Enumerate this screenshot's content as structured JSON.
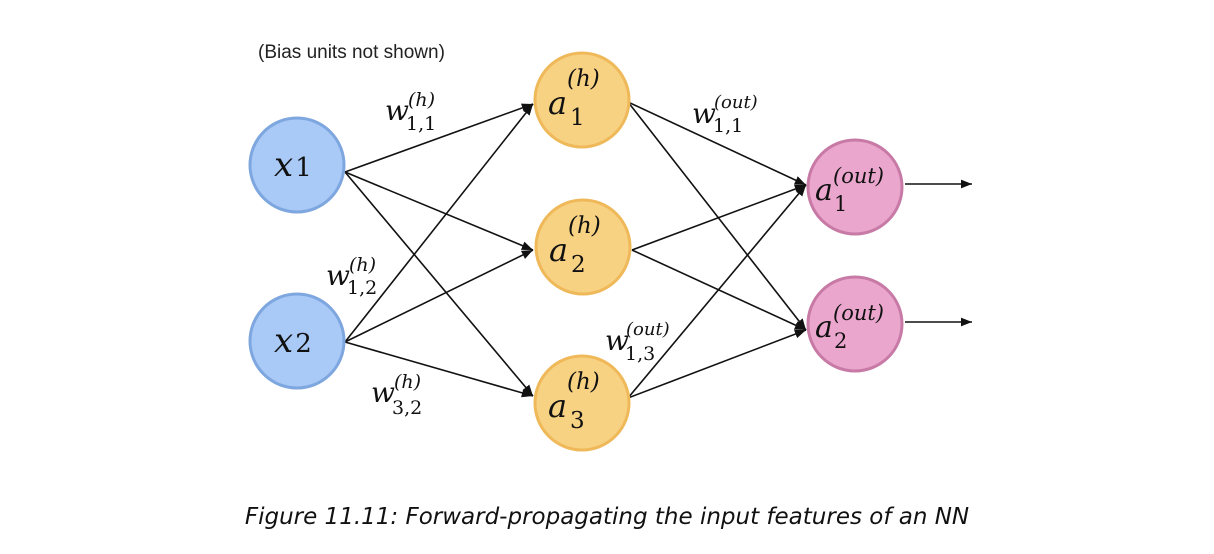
{
  "note": "(Bias units not shown)",
  "caption": "Figure 11.11: Forward-propagating the input features of an NN",
  "colors": {
    "input_fill": "#a9c9f7",
    "input_stroke": "#7ea6df",
    "hidden_fill": "#f8d283",
    "hidden_stroke": "#efb95a",
    "output_fill": "#eaa6cc",
    "output_stroke": "#c87aa6"
  },
  "nodes": {
    "x1": {
      "base": "x",
      "sub": "1",
      "sup": ""
    },
    "x2": {
      "base": "x",
      "sub": "2",
      "sup": ""
    },
    "h1": {
      "base": "a",
      "sub": "1",
      "sup": "(h)"
    },
    "h2": {
      "base": "a",
      "sub": "2",
      "sup": "(h)"
    },
    "h3": {
      "base": "a",
      "sub": "3",
      "sup": "(h)"
    },
    "o1": {
      "base": "a",
      "sub": "1",
      "sup": "(out)"
    },
    "o2": {
      "base": "a",
      "sub": "2",
      "sup": "(out)"
    }
  },
  "weights": {
    "w11h": {
      "base": "w",
      "sub": "1,1",
      "sup": "(h)"
    },
    "w12h": {
      "base": "w",
      "sub": "1,2",
      "sup": "(h)"
    },
    "w32h": {
      "base": "w",
      "sub": "3,2",
      "sup": "(h)"
    },
    "w11out": {
      "base": "w",
      "sub": "1,1",
      "sup": "(out)"
    },
    "w13out": {
      "base": "w",
      "sub": "1,3",
      "sup": "(out)"
    }
  }
}
